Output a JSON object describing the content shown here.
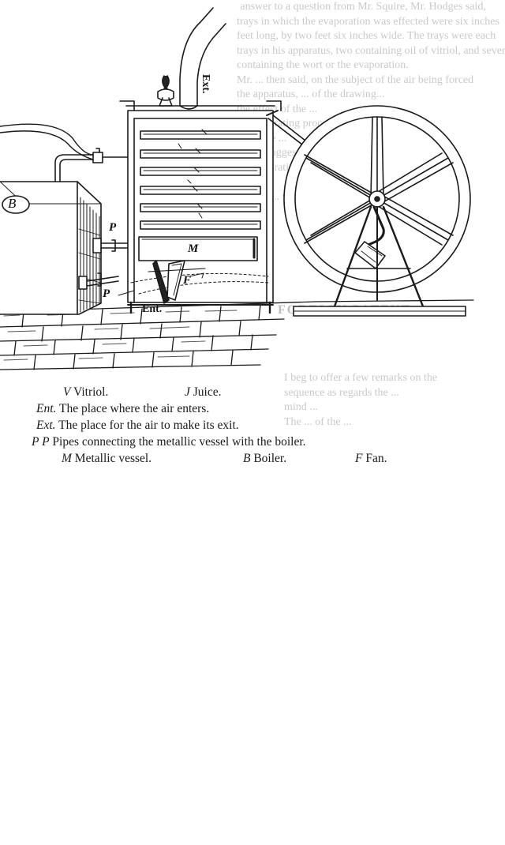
{
  "background_text": [
    "in answer to a question from Mr. Squire, Mr. Hodges said,",
    "trays in which the evaporation was effected were six inches",
    "feet long, by two feet six inches wide. The trays were each",
    "trays in his apparatus, two containing oil of vitriol, and seven",
    "containing the wort or the evaporation.",
    "Mr. ... then said, on the subject of the air being forced",
    "the apparatus, ... of the drawing...",
    "the effect of the ...",
    "... evaporating process ...",
    "... of one ...",
    "Mr. ... suggested ...",
    "... evaporating ...",
    "... the ...",
    "kind of ... was ..."
  ],
  "background_heading": "FOREIGN PATENT",
  "background_text_lower": [
    "I beg to offer a few remarks on the",
    "sequence as regards the ...",
    "mind ... ",
    "The ... of the ..."
  ],
  "labels": {
    "ext": "Ext.",
    "b": "B",
    "p_upper": "P",
    "p_lower": "P",
    "m": "M",
    "f": "F",
    "ent": "Ent."
  },
  "legend": {
    "row1": [
      {
        "key": "V",
        "text": "Vitriol."
      },
      {
        "key": "J",
        "text": "Juice."
      }
    ],
    "row2": {
      "key": "Ent.",
      "text": "The place where the air enters."
    },
    "row3": {
      "key": "Ext.",
      "text": "The place for the air to make its exit."
    },
    "row4": {
      "key": "P P",
      "text": "Pipes connecting the metallic vessel with the boiler."
    },
    "row5": [
      {
        "key": "M",
        "text": "Metallic vessel."
      },
      {
        "key": "B",
        "text": "Boiler."
      },
      {
        "key": "F",
        "text": "Fan."
      }
    ]
  }
}
